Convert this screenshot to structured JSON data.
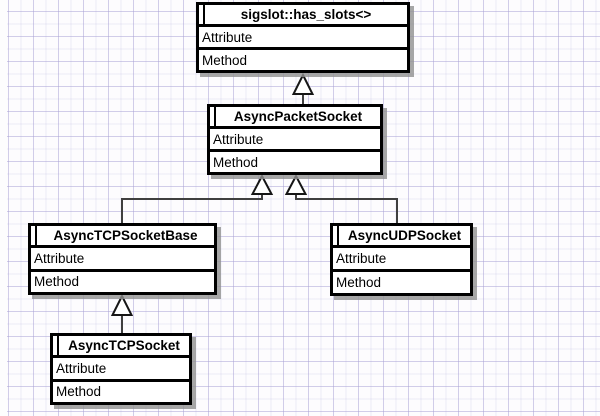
{
  "canvas": {
    "background_color": "#fdfcfe",
    "grid_minor_color": "#e9e6f5",
    "grid_major_color": "#d9d4ec"
  },
  "colors": {
    "box_fill": "#ffffff",
    "box_border": "#000000",
    "box_shadow": "#909090",
    "connector_line": "#3f3f3f"
  },
  "classes": [
    {
      "name": "sigslot::has_slots<>",
      "compartments": [
        "Attribute",
        "Method"
      ]
    },
    {
      "name": "AsyncPacketSocket",
      "compartments": [
        "Attribute",
        "Method"
      ]
    },
    {
      "name": "AsyncTCPSocketBase",
      "compartments": [
        "Attribute",
        "Method"
      ]
    },
    {
      "name": "AsyncUDPSocket",
      "compartments": [
        "Attribute",
        "Method"
      ]
    },
    {
      "name": "AsyncTCPSocket",
      "compartments": [
        "Attribute",
        "Method"
      ]
    }
  ],
  "relations": [
    {
      "type": "inheritance",
      "from": "AsyncPacketSocket",
      "to": "sigslot::has_slots<>"
    },
    {
      "type": "inheritance",
      "from": "AsyncTCPSocketBase",
      "to": "AsyncPacketSocket"
    },
    {
      "type": "inheritance",
      "from": "AsyncUDPSocket",
      "to": "AsyncPacketSocket"
    },
    {
      "type": "inheritance",
      "from": "AsyncTCPSocket",
      "to": "AsyncTCPSocketBase"
    }
  ]
}
